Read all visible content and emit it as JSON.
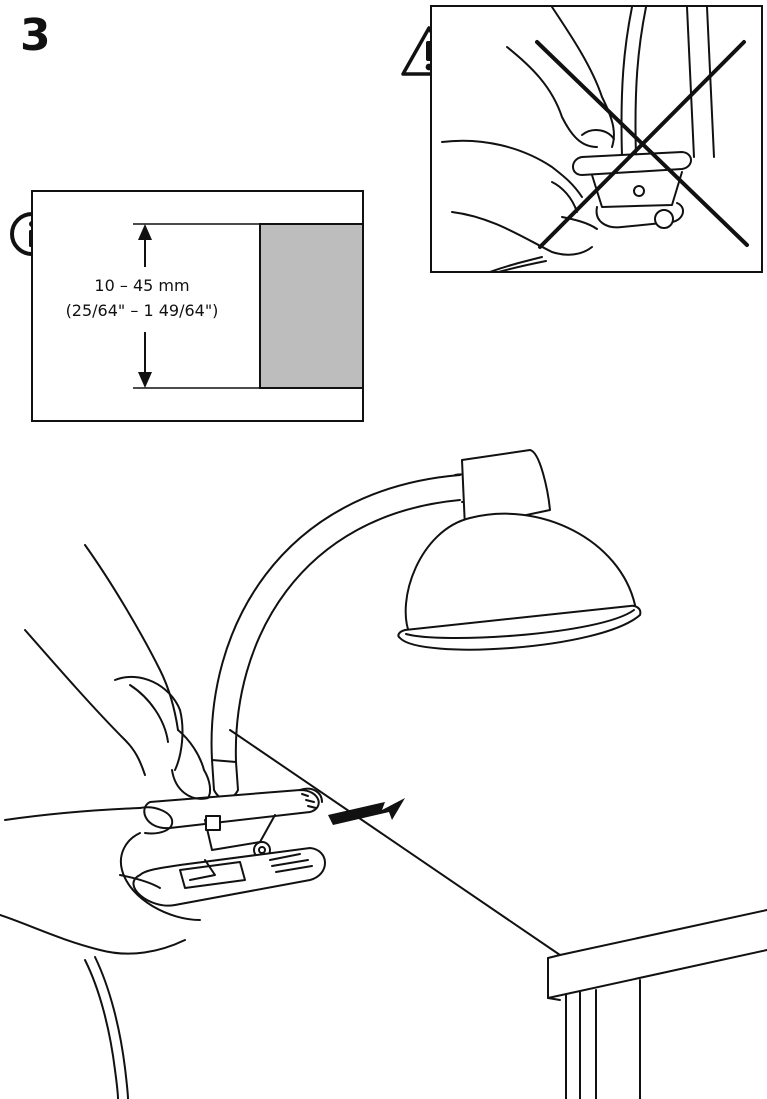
{
  "step": {
    "number": "3"
  },
  "info": {
    "icon": "info-icon",
    "measurement_metric": "10 – 45 mm",
    "measurement_imperial": "(25/64\" – 1 49/64\")"
  },
  "warning": {
    "icon": "warning-triangle-icon"
  }
}
